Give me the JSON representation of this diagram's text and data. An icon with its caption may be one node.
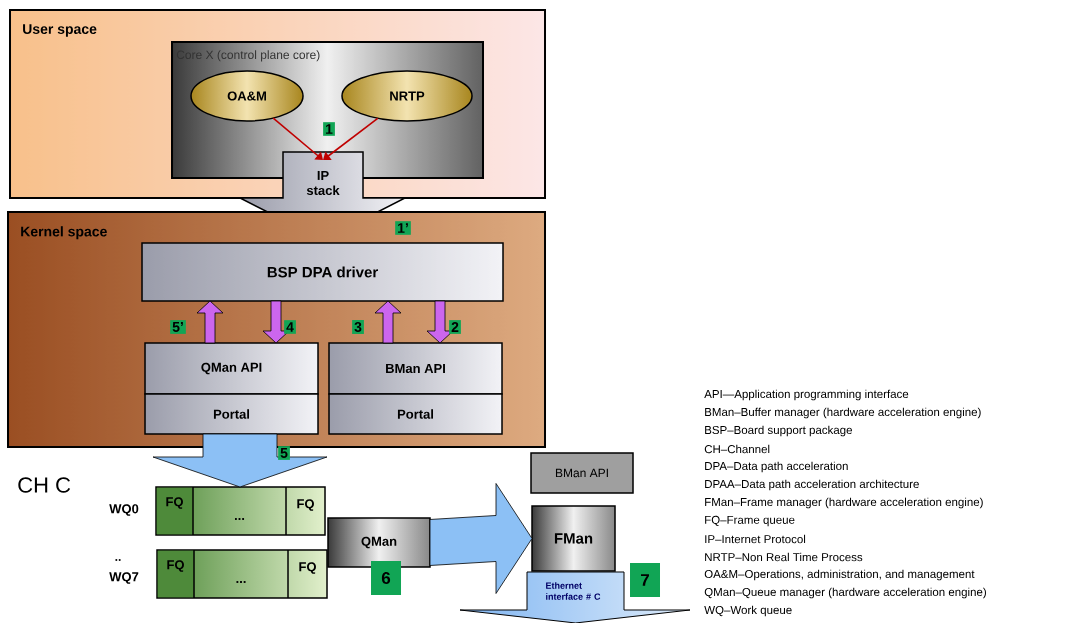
{
  "diagram": {
    "nodes": [
      {
        "text": [
          "User space"
        ]
      },
      {
        "text": [
          "Core X (control plane core)"
        ],
        "in": 0
      },
      {
        "text": [
          "OA&M"
        ],
        "in": 1
      },
      {
        "text": [
          "NRTP"
        ],
        "in": 1
      },
      {
        "text": [
          "IP stack"
        ]
      },
      {
        "text": [
          "Kernel space"
        ]
      },
      {
        "text": [
          "BSP DPA driver"
        ],
        "in": 5
      },
      {
        "text": [
          "QMan API"
        ],
        "in": 5
      },
      {
        "text": [
          "Portal"
        ],
        "in": 5
      },
      {
        "text": [
          "BMan API"
        ],
        "in": 5
      },
      {
        "text": [
          "Portal"
        ],
        "in": 5
      },
      {
        "text": [
          "FQ",
          "...",
          "FQ"
        ],
        "beside": [
          "WQ0"
        ]
      },
      {
        "text": [
          "FQ",
          "...",
          "FQ"
        ],
        "beside": [
          "WQ7"
        ]
      },
      {
        "text": [
          "QMan"
        ],
        "beside": [
          "6"
        ]
      },
      {
        "text": [
          "BMan API"
        ]
      },
      {
        "text": [
          "FMan"
        ]
      },
      {
        "text": [
          "Ethernet interface # C"
        ]
      }
    ],
    "edges": [
      {
        "from": 2,
        "to": 4,
        "arrow": "to",
        "color": "#c00000"
      },
      {
        "from": 3,
        "to": 4,
        "arrow": "to",
        "color": "#c00000"
      },
      {
        "from": 7,
        "to": 6,
        "arrow": "to",
        "label": "5’",
        "style": "thick"
      },
      {
        "from": 6,
        "to": 7,
        "arrow": "to",
        "label": "4",
        "style": "thick"
      },
      {
        "from": 9,
        "to": 6,
        "arrow": "to",
        "label": "3",
        "style": "thick"
      },
      {
        "from": 6,
        "to": 9,
        "arrow": "to",
        "label": "2",
        "style": "thick"
      },
      {
        "from": 8,
        "to": 11,
        "arrow": "to",
        "label": "5",
        "style": "thick",
        "color": "#8cc0f5"
      },
      {
        "from": 13,
        "to": 15,
        "arrow": "to",
        "style": "thick",
        "color": "#8cc0f5"
      }
    ],
    "labels": [
      "1",
      "1’",
      "CH C",
      "..",
      "7",
      "API—Application programming interface",
      "BMan–Buffer manager (hardware acceleration engine)",
      "BSP–Board support package",
      "CH–Channel",
      "DPA–Data path acceleration",
      "DPAA–Data path acceleration architecture",
      "FMan–Frame manager (hardware acceleration engine)",
      "FQ–Frame queue",
      "IP–Internet Protocol",
      "NRTP–Non Real Time Process",
      "OA&M–Operations, administration, and management",
      "QMan–Queue manager (hardware acceleration engine)",
      "WQ–Work queue"
    ]
  }
}
